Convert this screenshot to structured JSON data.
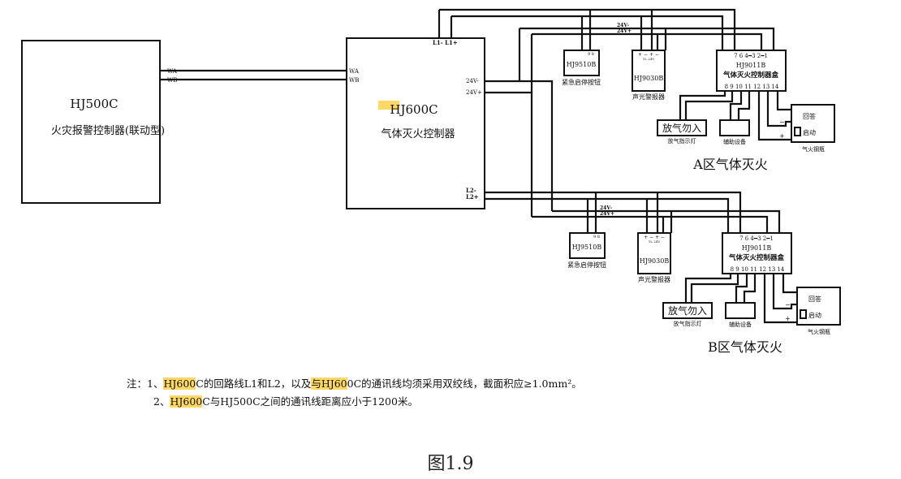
{
  "hj500c": {
    "model": "HJ500C",
    "name": "火灾报警控制器(联动型)",
    "wa": "WA",
    "wb": "WB"
  },
  "hj600c": {
    "model": "HJ600C",
    "name": "气体灭火控制器",
    "wa": "WA",
    "wb": "WB",
    "l1": "L1- L1+",
    "v24m": "24V-",
    "v24p": "24V+",
    "l2m": "L2-",
    "l2p": "L2+"
  },
  "zones": [
    {
      "title": "A区气体灭火"
    },
    {
      "title": "B区气体灭火"
    }
  ],
  "zone": {
    "bus_24m": "24V-",
    "bus_24p": "24V+",
    "estop": {
      "model": "HJ9510B",
      "terminals": "9 8",
      "caption": "紧急启停按钮"
    },
    "alarm": {
      "model": "HJ9030B",
      "terminals": "+ −  + −",
      "sub": "1L   24V",
      "caption": "声光警报器"
    },
    "box": {
      "model": "HJ9011B",
      "name": "气体灭火控制器盒",
      "top_terminals": "7   6     4━3  2━1",
      "bottom_terminals": "8  9  10 11 12 13 14"
    },
    "lamp": {
      "text": "放气勿入",
      "caption": "放气指示灯"
    },
    "aux": {
      "caption": "辅助设备"
    },
    "cylinder": {
      "caption": "气火钢瓶",
      "reply": "回答",
      "start": "启动",
      "minus": "−",
      "plus": "+"
    }
  },
  "notes": {
    "n1_prefix": "注：1、",
    "n1_a": "HJ600",
    "n1_b": "C的回路线L1和L2，以及",
    "n1_c": "与HJ60",
    "n1_d": "0C的通讯线均须采用双绞线，截面积应≥1.0mm²。",
    "n2_prefix": "2、",
    "n2_a": "HJ600",
    "n2_b": "C与HJ500C之间的通讯线距离应小于1200米。"
  },
  "figure": "图1.9"
}
